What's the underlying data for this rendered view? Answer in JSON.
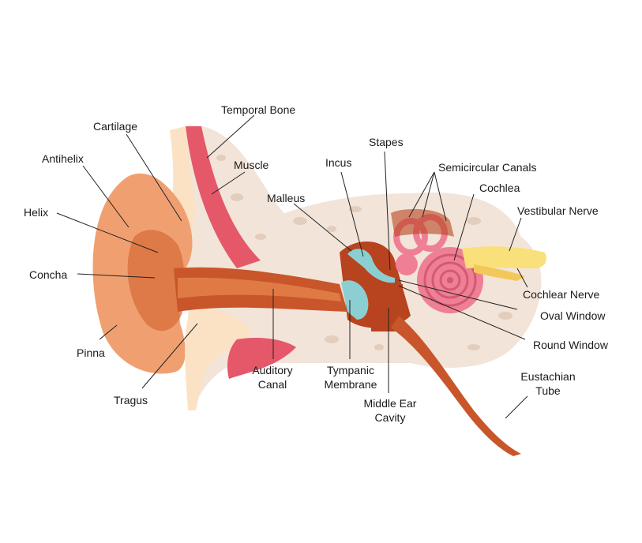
{
  "labels": {
    "temporal_bone": "Temporal Bone",
    "cartilage": "Cartilage",
    "antihelix": "Antihelix",
    "muscle": "Muscle",
    "helix": "Helix",
    "concha": "Concha",
    "pinna": "Pinna",
    "tragus": "Tragus",
    "auditory_canal_1": "Auditory",
    "auditory_canal_2": "Canal",
    "malleus": "Malleus",
    "incus": "Incus",
    "stapes": "Stapes",
    "semicircular_canals": "Semicircular Canals",
    "cochlea": "Cochlea",
    "vestibular_nerve": "Vestibular Nerve",
    "cochlear_nerve": "Cochlear Nerve",
    "oval_window": "Oval Window",
    "round_window": "Round Window",
    "tympanic_membrane_1": "Tympanic",
    "tympanic_membrane_2": "Membrane",
    "middle_ear_cavity_1": "Middle Ear",
    "middle_ear_cavity_2": "Cavity",
    "eustachian_tube_1": "Eustachian",
    "eustachian_tube_2": "Tube"
  },
  "colors": {
    "bone": "#f2e4d8",
    "bone_spots": "#e3cdbd",
    "skin": "#f0a070",
    "skin_dark": "#d9703f",
    "canal": "#c8562a",
    "muscle": "#e4586a",
    "cartilage": "#fbe2c4",
    "ossicles": "#8ccfd2",
    "cochlea": "#ef7f95",
    "cavity": "#b8431f",
    "nerve": "#f9e07a"
  }
}
